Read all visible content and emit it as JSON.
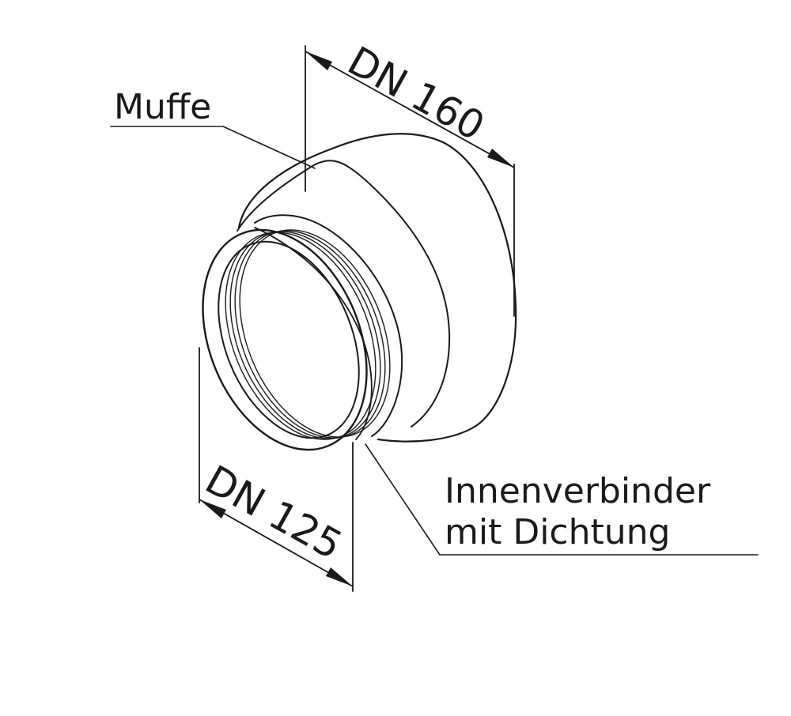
{
  "labels": {
    "muffe": "Muffe",
    "inner_line1": "Innenverbinder",
    "inner_line2": "mit Dichtung"
  },
  "dimensions": {
    "large": "DN 160",
    "small": "DN 125"
  },
  "colors": {
    "ink": "#1a1a1a",
    "background": "#ffffff"
  }
}
